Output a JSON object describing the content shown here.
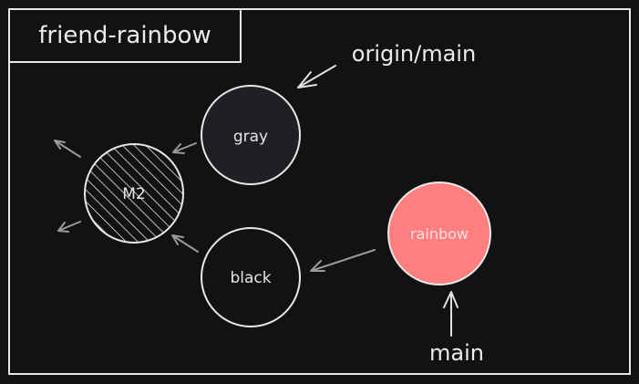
{
  "title": "friend-rainbow",
  "refs": {
    "origin_main": "origin/main",
    "main": "main"
  },
  "nodes": {
    "gray": "gray",
    "black": "black",
    "rainbow": "rainbow",
    "m2": "M2"
  },
  "colors": {
    "background": "#121212",
    "stroke": "#e8e8e8",
    "arrow_main": "#e2e2e2",
    "arrow_dim": "#9a9a9a",
    "gray_fill": "#1f2024",
    "black_fill": "#121212",
    "rainbow_fill": "#ff7f7f"
  }
}
